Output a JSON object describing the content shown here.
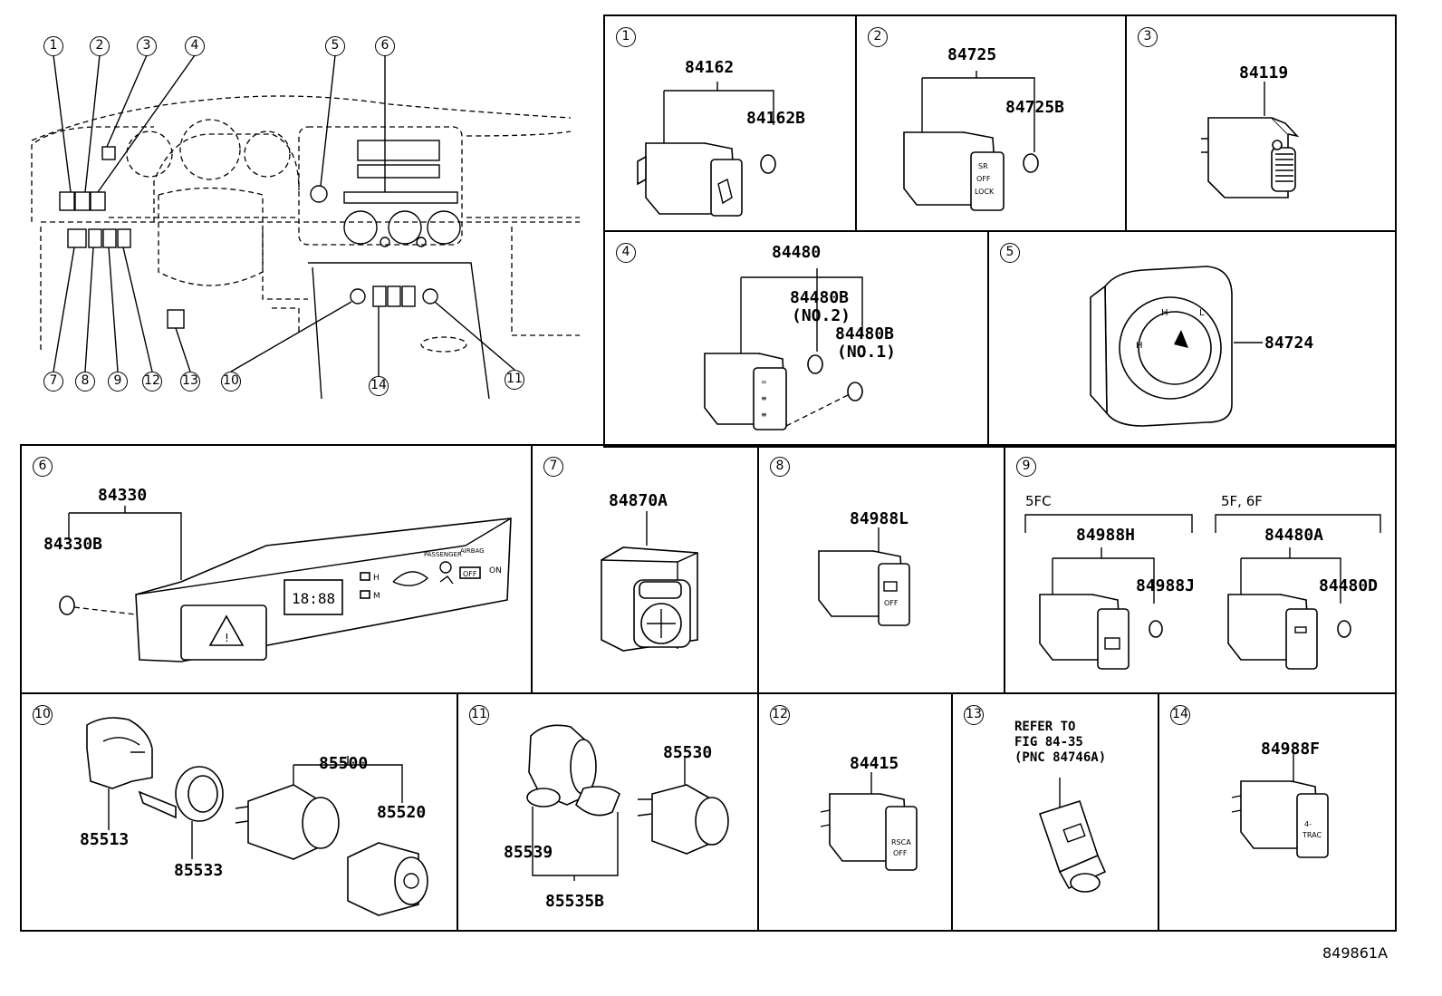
{
  "overview": {
    "callouts_top": [
      "1",
      "2",
      "3",
      "4",
      "5",
      "6"
    ],
    "callouts_bottom": [
      "7",
      "8",
      "9",
      "12",
      "13",
      "10",
      "14",
      "11"
    ]
  },
  "panels": {
    "p1": {
      "num": "1",
      "parts": [
        "84162",
        "84162B"
      ]
    },
    "p2": {
      "num": "2",
      "parts": [
        "84725",
        "84725B"
      ],
      "switch_text": "SR\nOFF\nLOCK"
    },
    "p3": {
      "num": "3",
      "parts": [
        "84119"
      ]
    },
    "p4": {
      "num": "4",
      "parts": [
        "84480",
        "84480B",
        "(NO.2)",
        "84480B",
        "(NO.1)"
      ]
    },
    "p5": {
      "num": "5",
      "parts": [
        "84724"
      ]
    },
    "p6": {
      "num": "6",
      "parts": [
        "84330",
        "84330B"
      ],
      "clock": "18:88",
      "labels": [
        "H",
        "M",
        "PASSENGER",
        "AIRBAG",
        "OFF",
        "ON"
      ]
    },
    "p7": {
      "num": "7",
      "parts": [
        "84870A"
      ]
    },
    "p8": {
      "num": "8",
      "parts": [
        "84988L"
      ]
    },
    "p9": {
      "num": "9",
      "groups": [
        "5FC",
        "5F, 6F"
      ],
      "parts": [
        "84988H",
        "84988J",
        "84480A",
        "84480D"
      ]
    },
    "p10": {
      "num": "10",
      "parts": [
        "85500",
        "85513",
        "85533",
        "85520"
      ]
    },
    "p11": {
      "num": "11",
      "parts": [
        "85530",
        "85539",
        "85535B"
      ]
    },
    "p12": {
      "num": "12",
      "parts": [
        "84415"
      ]
    },
    "p13": {
      "num": "13",
      "note": "REFER TO\nFIG 84-35\n(PNC 84746A)"
    },
    "p14": {
      "num": "14",
      "parts": [
        "84988F"
      ]
    }
  },
  "figure_id": "849861A"
}
